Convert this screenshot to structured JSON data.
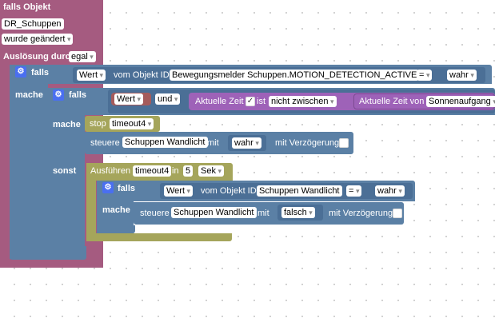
{
  "trigger": {
    "label": "falls Objekt",
    "object_id": "DR_Schuppen",
    "condition": "wurde geändert",
    "trigger_by_label": "Auslösung durch",
    "trigger_by_value": "egal"
  },
  "if1": {
    "falls": "falls",
    "mache": "mache",
    "value_field": "Wert",
    "from_object": "vom Objekt ID",
    "object_id": "Bewegungsmelder Schuppen.MOTION_DETECTION_ACTIVE",
    "operator": "=",
    "compare_value": "wahr"
  },
  "if2": {
    "falls": "falls",
    "mache": "mache",
    "sonst": "sonst",
    "value_field": "Wert",
    "und": "und",
    "current_time": "Aktuelle Zeit",
    "ist": "ist",
    "between": "nicht zwischen",
    "current_time_of": "Aktuelle Zeit von",
    "sunrise": "Sonnenaufgang"
  },
  "stop": {
    "label": "stop",
    "timeout": "timeout4"
  },
  "control1": {
    "label": "steuere",
    "object": "Schuppen Wandlicht",
    "mit": "mit",
    "value": "wahr",
    "delay_label": "mit Verzögerung"
  },
  "timeout_block": {
    "label": "Ausführen",
    "timeout": "timeout4",
    "in": "in",
    "amount": "5",
    "unit": "Sek"
  },
  "if3": {
    "falls": "falls",
    "mache": "mache",
    "value_field": "Wert",
    "from_object": "vom Objekt ID",
    "object_id": "Schuppen Wandlicht",
    "operator": "=",
    "compare_value": "wahr"
  },
  "control2": {
    "label": "steuere",
    "object": "Schuppen Wandlicht",
    "mit": "mit",
    "value": "falsch",
    "delay_label": "mit Verzögerung"
  },
  "colors": {
    "trigger": "#a55b80",
    "logic": "#5b80a5",
    "timer": "#a5a55b",
    "time": "#9e62b8",
    "value": "#a55b5b",
    "mutator": "#4a6ff0"
  }
}
